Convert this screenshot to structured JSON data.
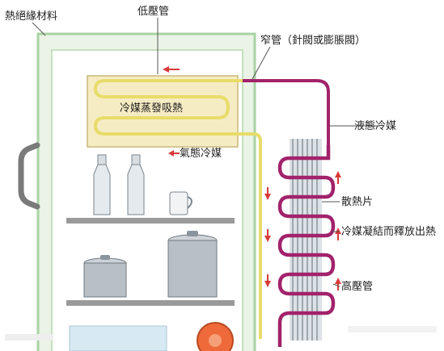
{
  "labels": {
    "insulation": "熱絕緣材料",
    "low_pressure_pipe": "低壓管",
    "capillary_tube": "窄管（針閥或膨脹閥）",
    "evaporator": "冷媒蒸發吸熱",
    "gas_refrigerant": "氣態冷媒",
    "liquid_refrigerant": "液態冷媒",
    "heat_sink": "散熱片",
    "condensing": "冷媒凝結而釋放出熱",
    "high_pressure_pipe": "高壓管"
  },
  "colors": {
    "cabinet_border": "#a9d3a3",
    "cabinet_wall": "#eaf3e6",
    "evaporator_fill": "#f6ecc4",
    "low_pressure_line": "#e8dc6a",
    "high_pressure_line": "#a2226b",
    "flow_arrow": "#d83a3a",
    "shelf": "#9a9a9a"
  }
}
